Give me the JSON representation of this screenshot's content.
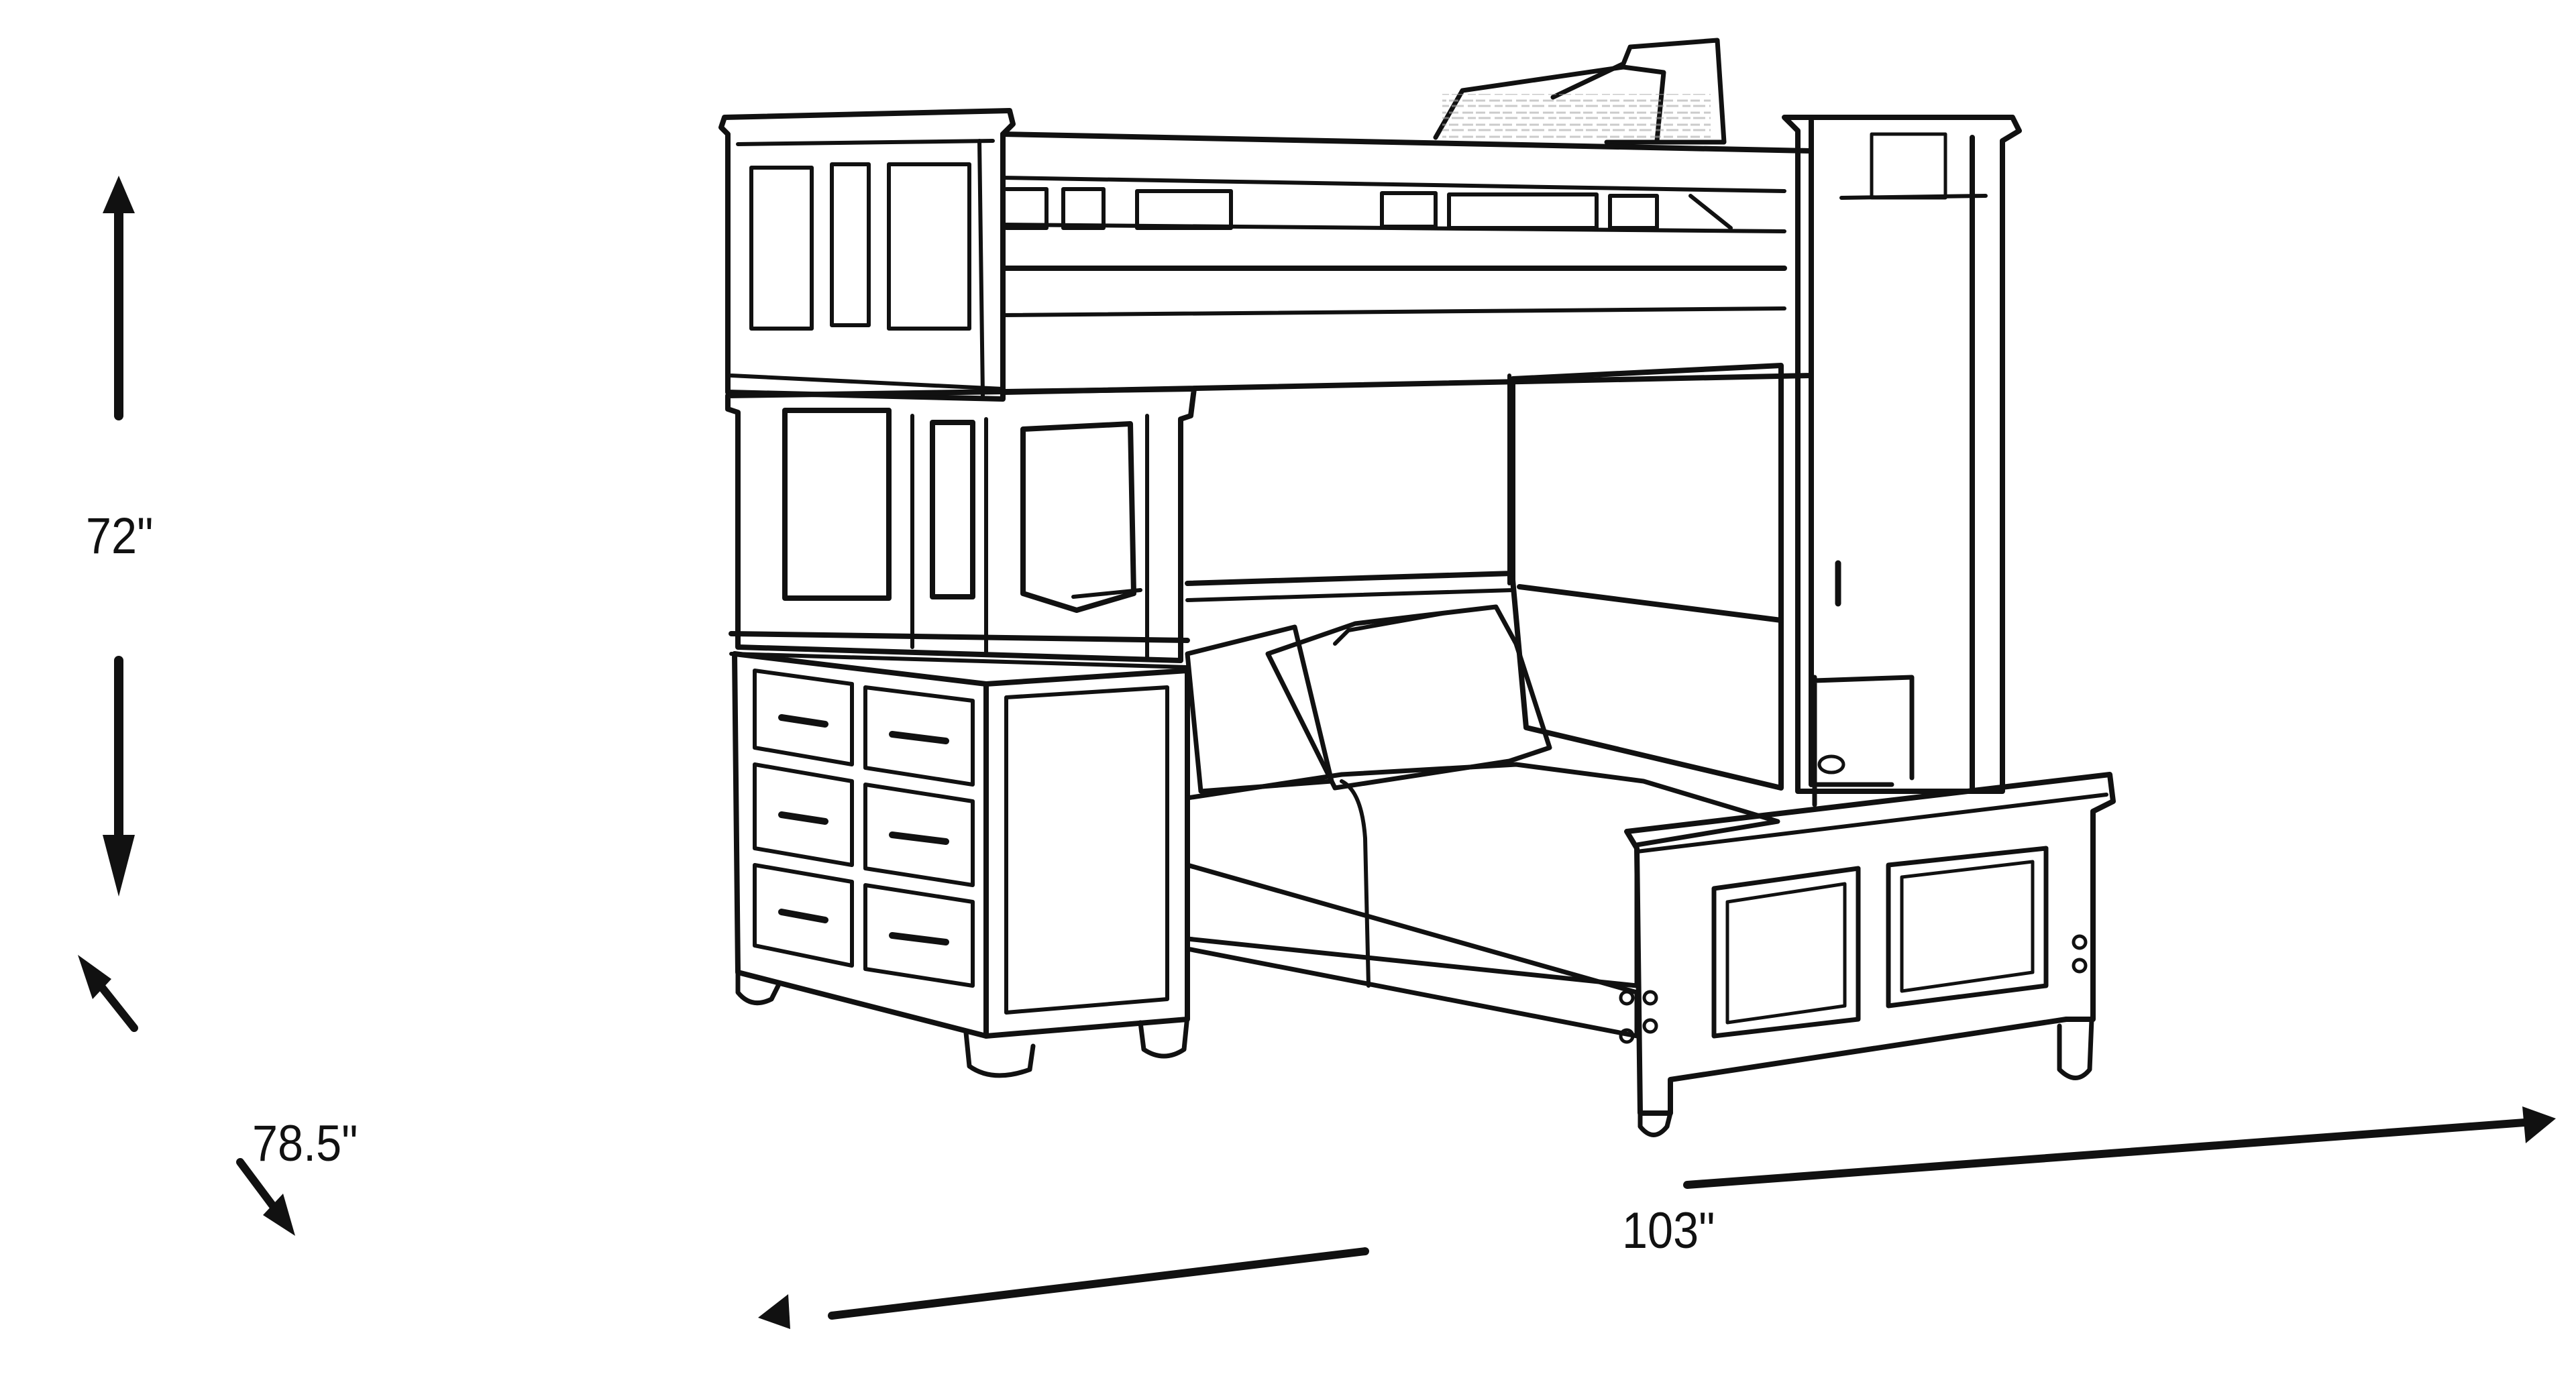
{
  "figure": {
    "subject": "Loft bed with desk, chest, and twin bed — line drawing with dimensions",
    "colors": {
      "line": "#111111",
      "background": "#ffffff",
      "texture": "#9a9a9a"
    }
  },
  "dimensions": {
    "height": {
      "label": "72\"",
      "value": 72,
      "unit": "in",
      "arrow": "vertical"
    },
    "depth": {
      "label": "78.5\"",
      "value": 78.5,
      "unit": "in",
      "arrow": "diagonal"
    },
    "width": {
      "label": "103\"",
      "value": 103,
      "unit": "in",
      "arrow": "horizontal-perspective"
    }
  },
  "components": [
    {
      "name": "Loft bunk (upper bed with guard rail)"
    },
    {
      "name": "Left tower with open shelving / desk hutch"
    },
    {
      "name": "6-drawer chest"
    },
    {
      "name": "Twin bed with pillows and footboard"
    },
    {
      "name": "Right end tower with small nightstand"
    }
  ]
}
